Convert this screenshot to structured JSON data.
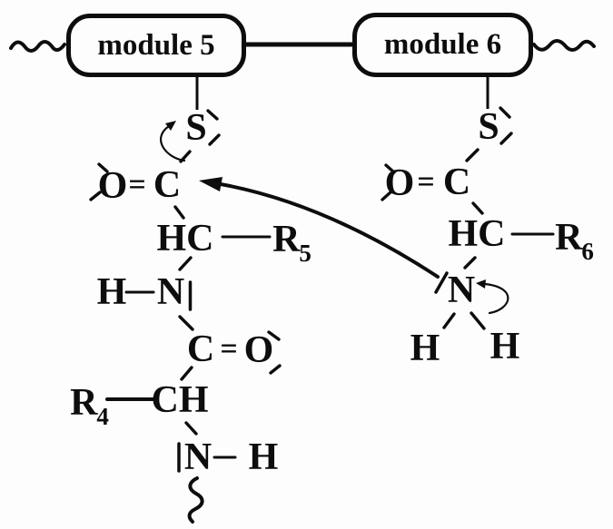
{
  "module_bar": {
    "module5_label": "module 5",
    "module6_label": "module 6"
  },
  "left_chain": {
    "sulfur": "S",
    "carbonyl_o": "O",
    "carbonyl_eq": "=",
    "carbonyl_c": "C",
    "alpha_hc": "HC",
    "r5_base": "R",
    "r5_sub": "5",
    "amide_h": "H",
    "amide_n": "N",
    "carbonyl2_c": "C",
    "carbonyl2_eq": "=",
    "carbonyl2_o": "O",
    "r4_base": "R",
    "r4_sub": "4",
    "alpha_ch": "CH",
    "amide2_n": "N",
    "amide2_h": "H"
  },
  "right_chain": {
    "sulfur": "S",
    "carbonyl_o": "O",
    "carbonyl_eq": "=",
    "carbonyl_c": "C",
    "alpha_hc": "HC",
    "r6_base": "R",
    "r6_sub": "6",
    "amine_n": "N",
    "amine_h_left": "H",
    "amine_h_right": "H"
  }
}
